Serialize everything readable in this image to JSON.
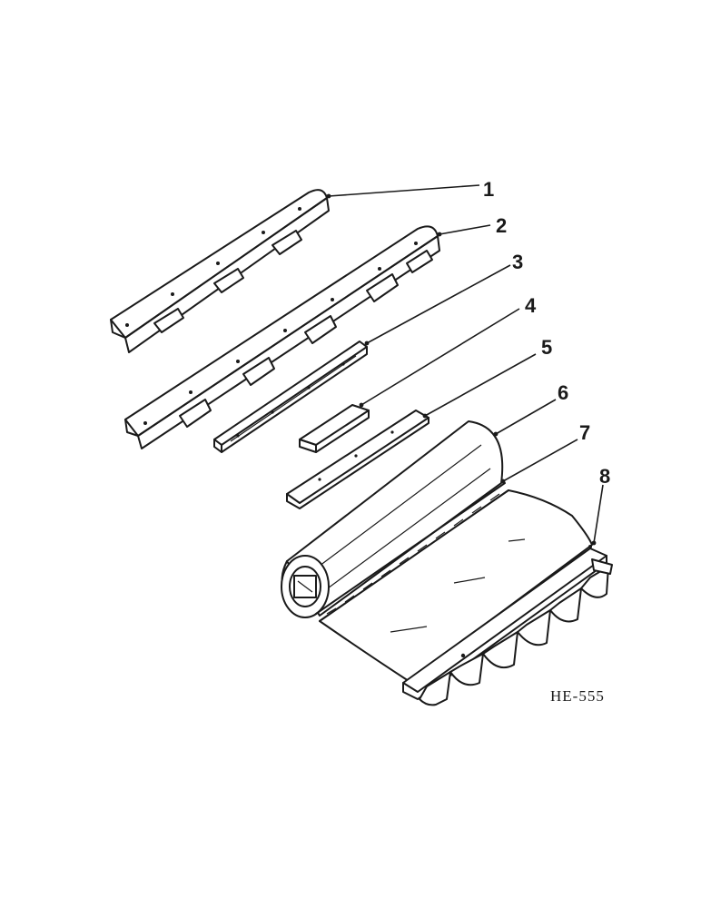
{
  "callouts": [
    "1",
    "2",
    "3",
    "4",
    "5",
    "6",
    "7",
    "8"
  ],
  "figure_code": "HE-555",
  "colors": {
    "ink": "#1a1a1a",
    "paper": "#ffffff"
  }
}
